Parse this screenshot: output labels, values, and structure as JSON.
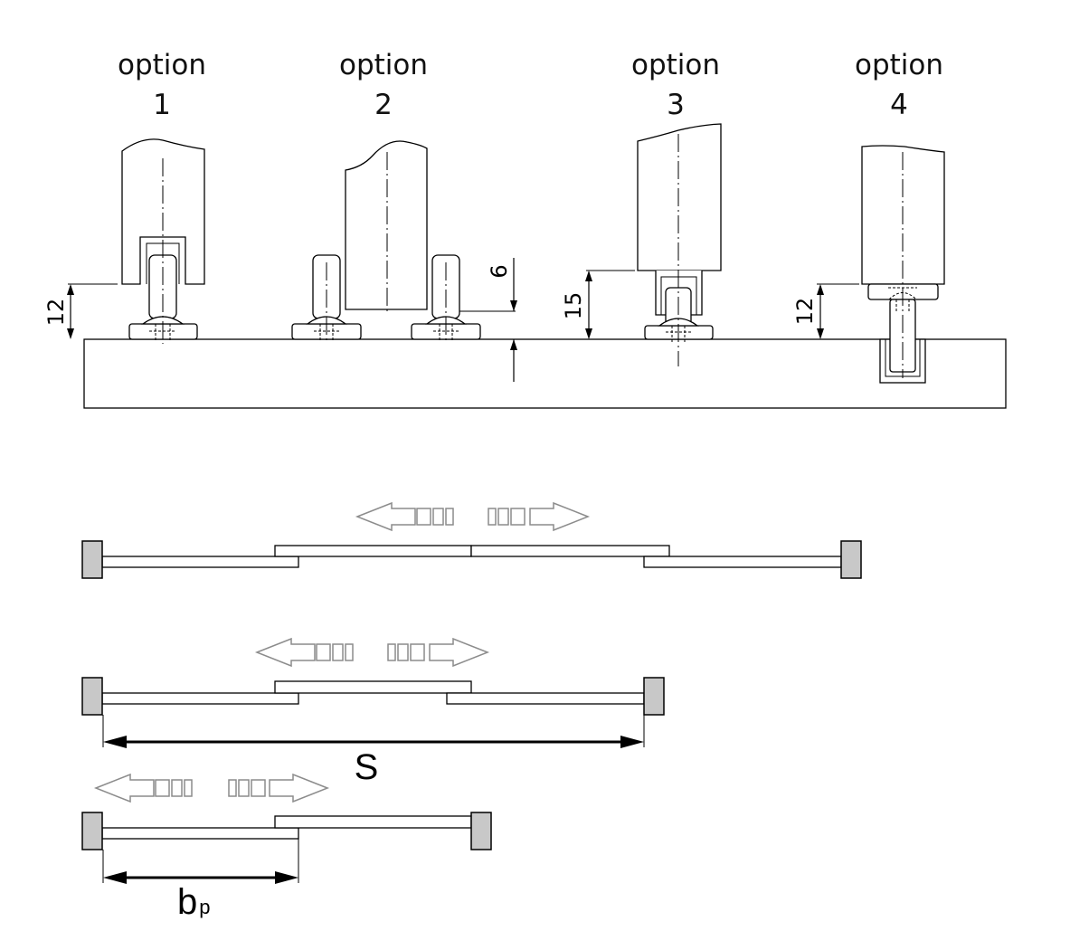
{
  "options": [
    {
      "word": "option",
      "num": "1"
    },
    {
      "word": "option",
      "num": "2"
    },
    {
      "word": "option",
      "num": "3"
    },
    {
      "word": "option",
      "num": "4"
    }
  ],
  "dimensions": {
    "opt1": "12",
    "opt2": "6",
    "opt3": "15",
    "opt4": "12"
  },
  "labels": {
    "s": "S",
    "bp_main": "b",
    "bp_sub": "p"
  },
  "colors": {
    "stop_fill": "#c8c8c8",
    "arrow_outline": "#8c8c8c"
  }
}
